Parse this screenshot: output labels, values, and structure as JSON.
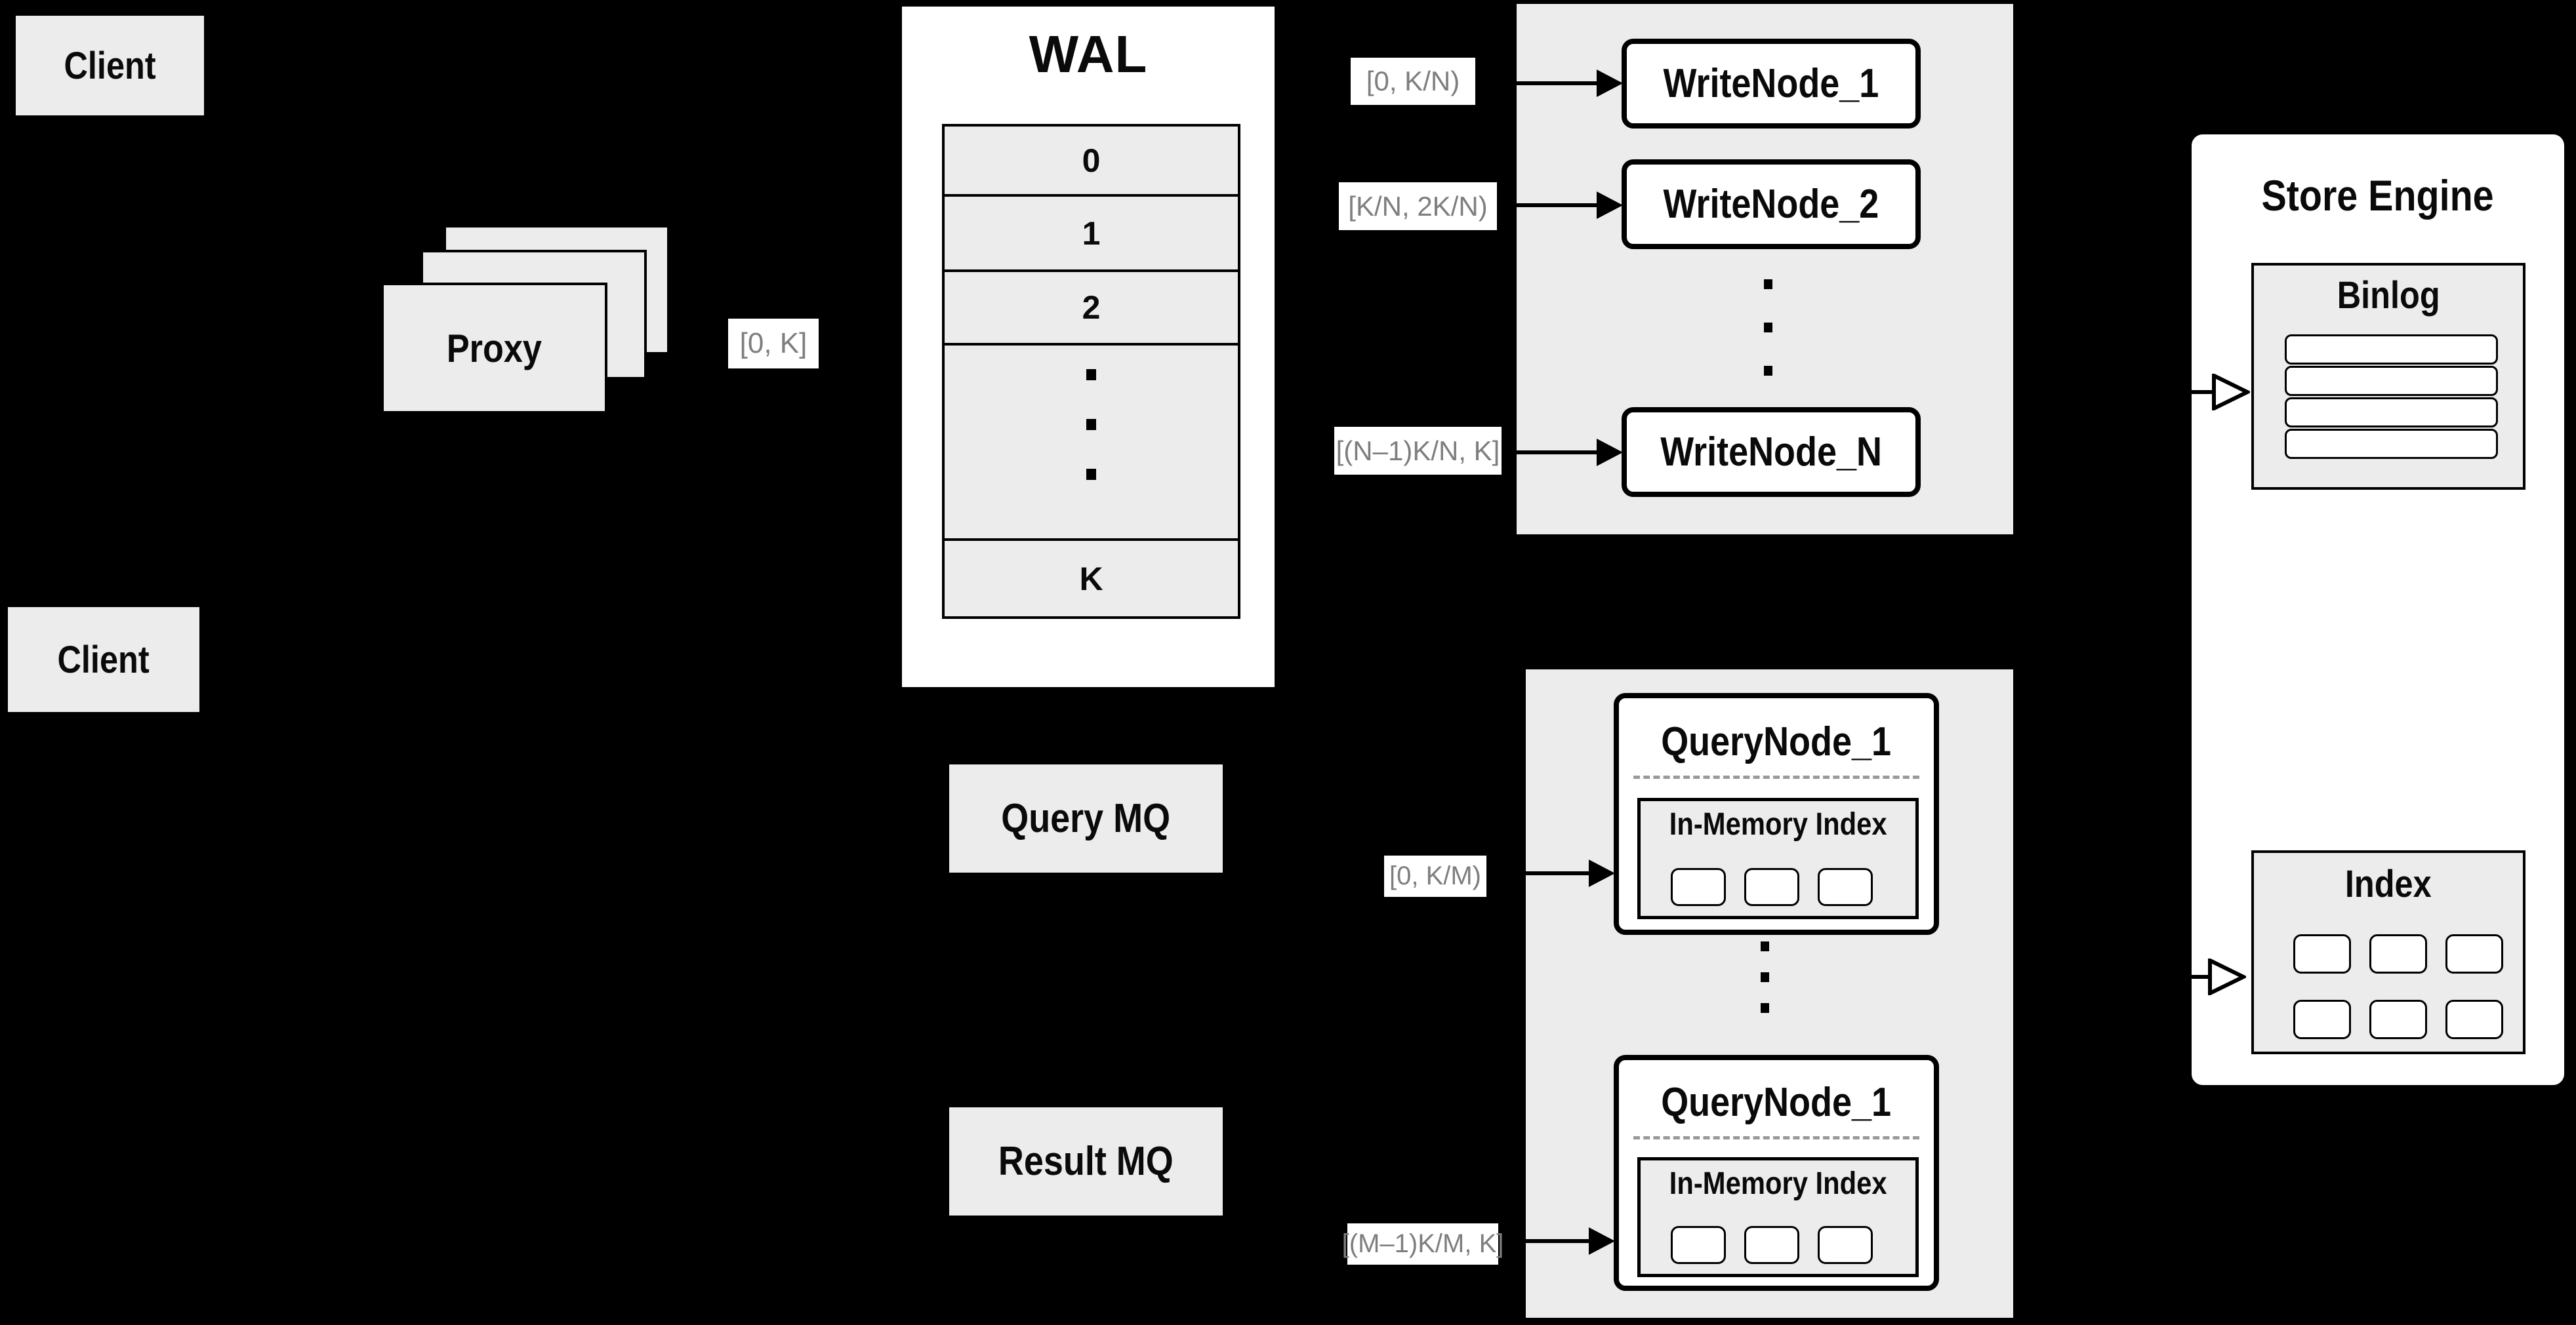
{
  "colors": {
    "background": "#000000",
    "panel_gray": "#ececec",
    "panel_white": "#ffffff",
    "line_black": "#000000",
    "range_label_text": "#7e7e7e",
    "dashed_divider": "#9a9a9a"
  },
  "clients": {
    "top_label": "Client",
    "bottom_label": "Client"
  },
  "proxy": {
    "label": "Proxy",
    "range_label": "[0, K]"
  },
  "wal": {
    "title": "WAL",
    "segments": [
      "0",
      "1",
      "2",
      "K"
    ]
  },
  "write_zone": {
    "nodes": [
      "WriteNode_1",
      "WriteNode_2",
      "WriteNode_N"
    ],
    "range_labels": [
      "[0, K/N)",
      "[K/N, 2K/N)",
      "[(N–1)K/N, K]"
    ]
  },
  "store_engine": {
    "title": "Store Engine",
    "binlog": {
      "title": "Binlog"
    },
    "index": {
      "title": "Index"
    }
  },
  "mq": {
    "query_label": "Query MQ",
    "result_label": "Result MQ"
  },
  "query_zone": {
    "nodes": [
      {
        "title": "QueryNode_1",
        "memory_index_label": "In-Memory Index"
      },
      {
        "title": "QueryNode_1",
        "memory_index_label": "In-Memory Index"
      }
    ],
    "range_labels": [
      "[0, K/M)",
      "[(M–1)K/M, K]"
    ]
  }
}
